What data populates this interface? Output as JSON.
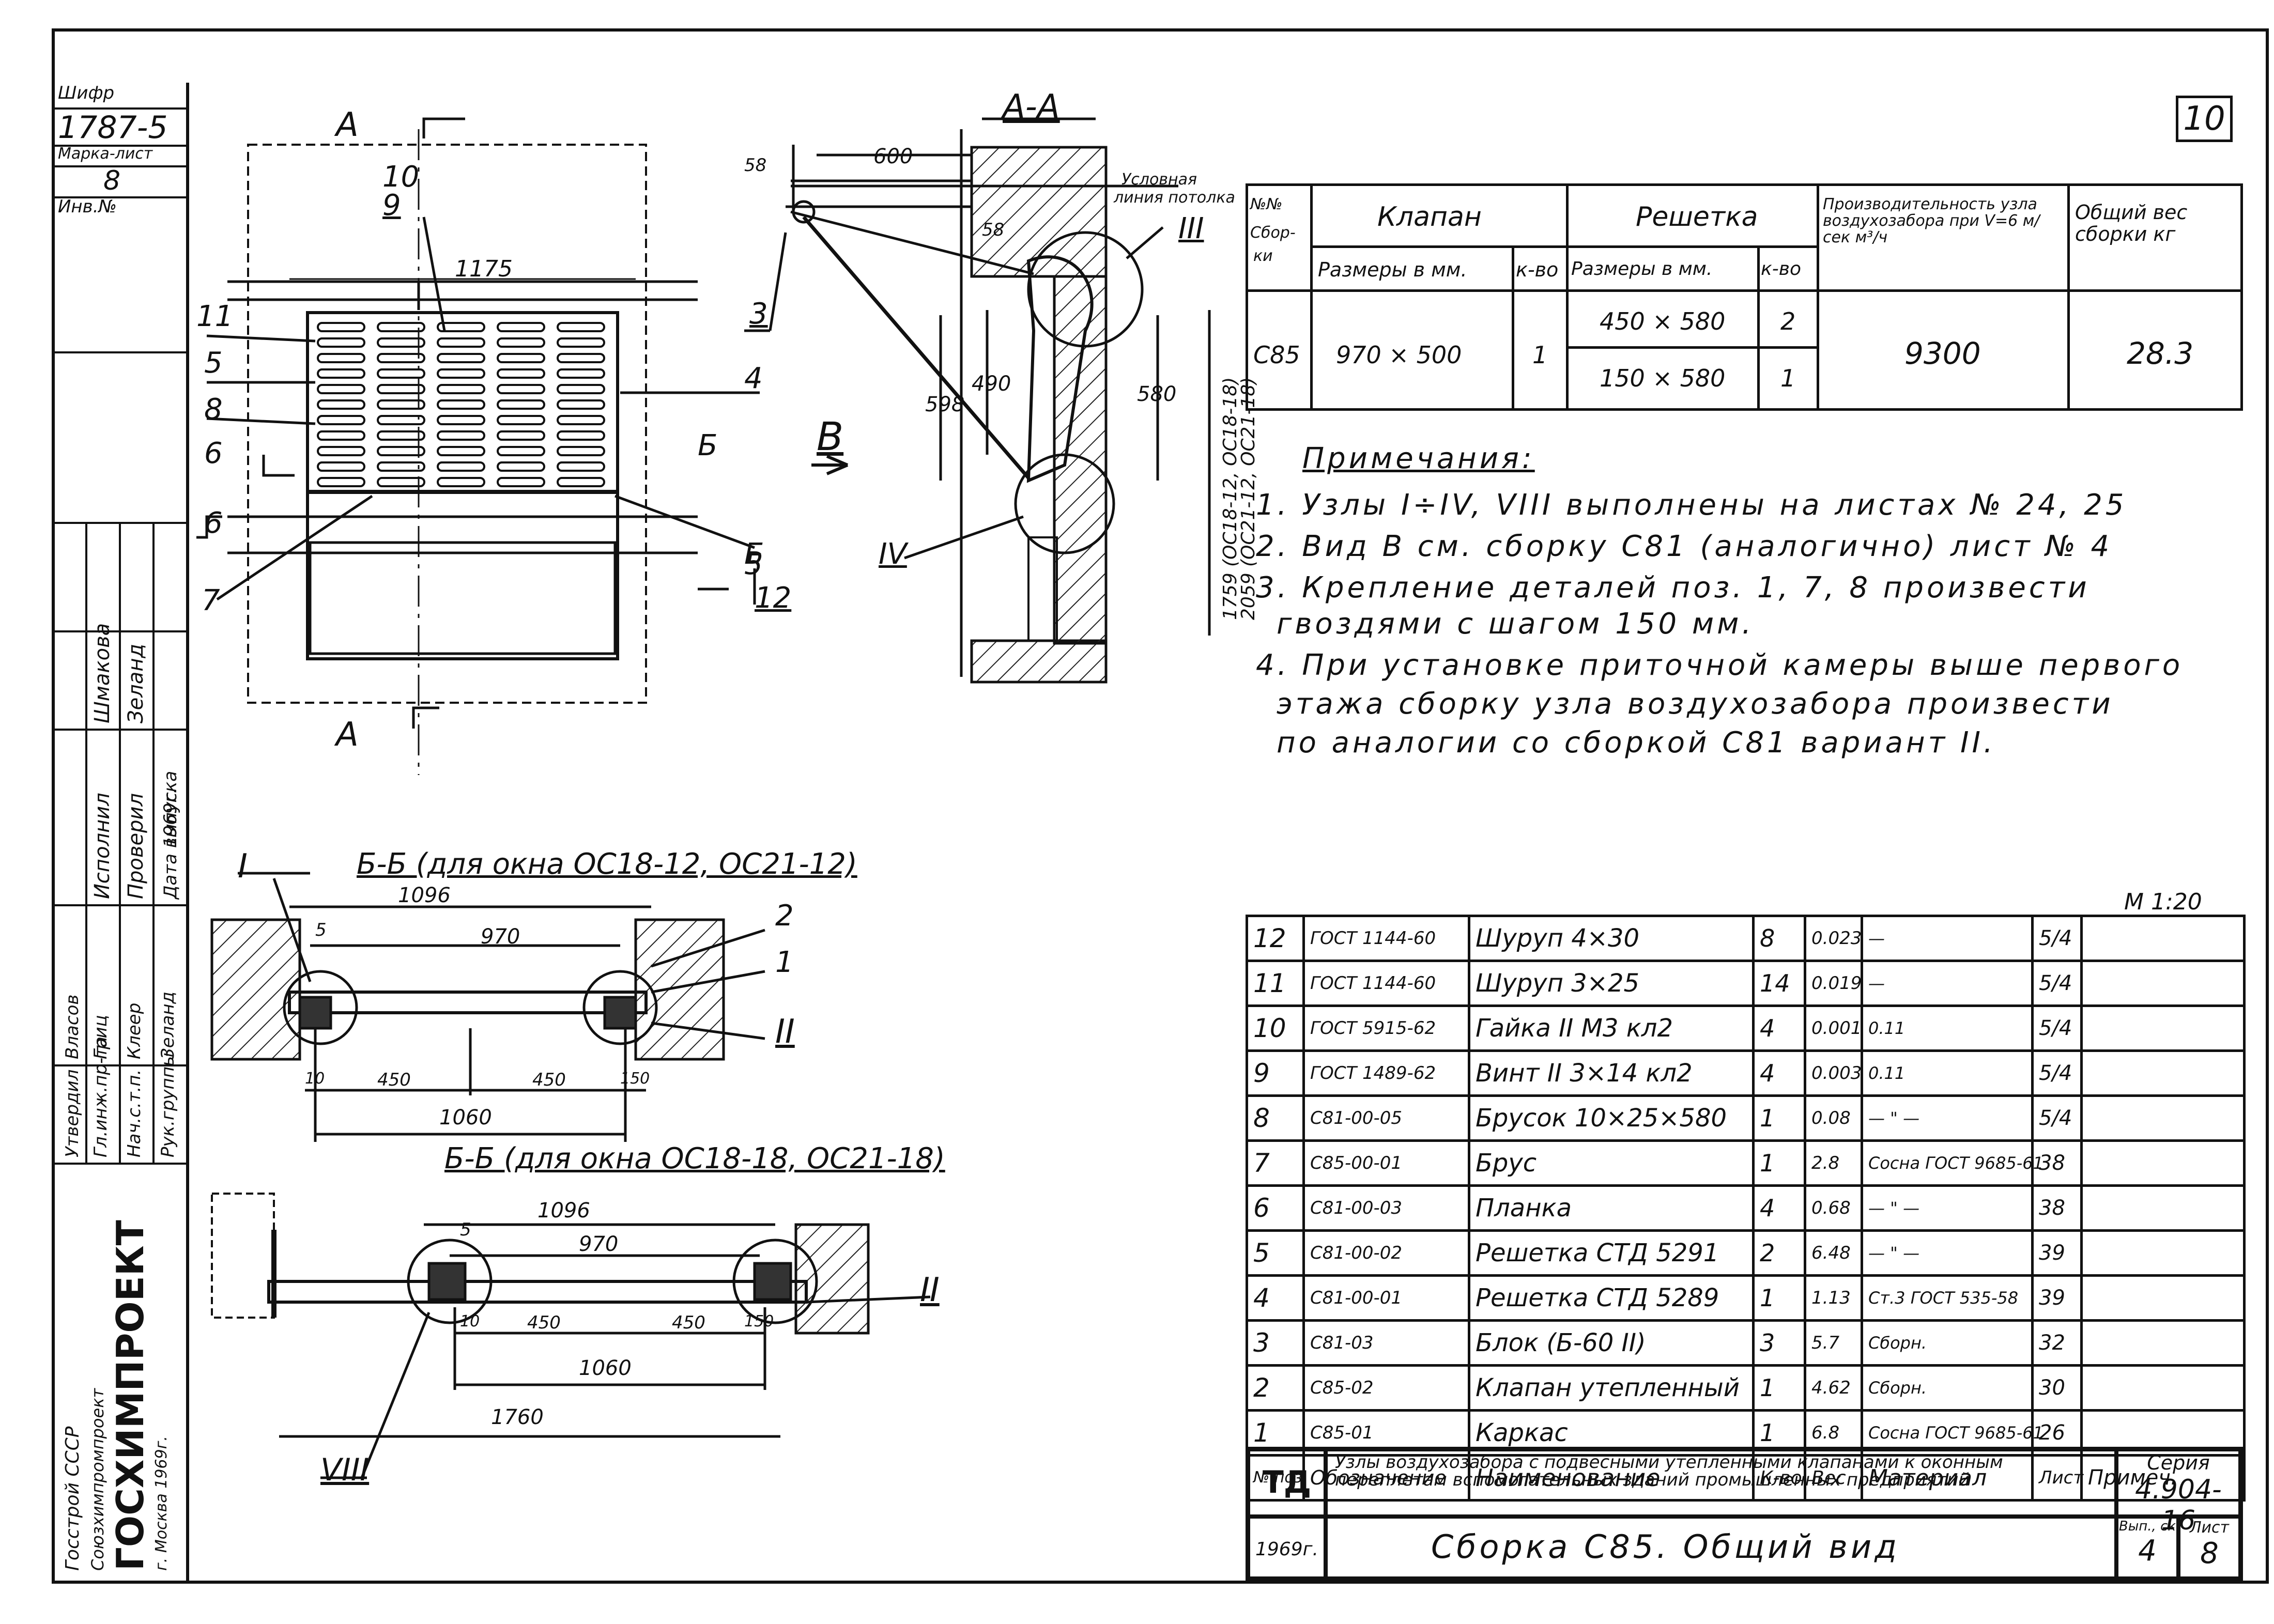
{
  "sheet_number": "10",
  "left_column": {
    "shifr_label": "Шифр",
    "shifr_value": "1787-5",
    "marka_label": "Марка-лист",
    "marka_value": "8",
    "inv_label": "Инв.№",
    "executor_label": "Исполнил",
    "executor_name": "Шмакова",
    "checked_label": "Проверил",
    "checked_name": "Зеланд",
    "approved_label": "Утвердил",
    "approved_name": "Власов",
    "chief_label": "Гл.инж.пр-та",
    "chief_name": "Гриц",
    "head_label": "Нач.с.т.п.",
    "head_name": "Клеер",
    "group_label": "Рук.группы",
    "group_name": "Зеланд",
    "date_label": "Дата выпуска",
    "date_value": "1969г.",
    "org_line1": "Госстрой СССР",
    "org_line2": "Союзхимпромпроект",
    "org_name": "ГОСХИМПРОЕКТ",
    "org_city": "г. Москва 1969г."
  },
  "drawing_front": {
    "section_mark": "А",
    "dim_1175": "1175",
    "callouts": [
      "10",
      "9",
      "11",
      "5",
      "8",
      "6",
      "6",
      "7",
      "4",
      "Б",
      "Б",
      "5",
      "12"
    ],
    "view_label": "В"
  },
  "drawing_section_aa": {
    "title": "А-А",
    "dim_600": "600",
    "dim_58a": "58",
    "dim_58b": "58",
    "dim_598": "598",
    "dim_490": "490",
    "dim_580": "580",
    "dim_vert": "1759 (ОС18-12, ОС18-18)",
    "dim_vert2": "2059 (ОС21-12, ОС21-18)",
    "potolok_line1": "Условная",
    "potolok_line2": "линия потолка",
    "node_iii": "III",
    "node_iv": "IV",
    "callout_3": "3"
  },
  "drawing_bb1": {
    "title": "Б-Б (для окна ОС18-12, ОС21-12)",
    "dim_1096": "1096",
    "dim_970": "970",
    "dim_5": "5",
    "dim_10": "10",
    "dim_450a": "450",
    "dim_450b": "450",
    "dim_150": "150",
    "dim_1060": "1060",
    "node_i": "I",
    "node_ii": "II",
    "callout_2": "2",
    "callout_1": "1"
  },
  "drawing_bb2": {
    "title": "Б-Б (для окна ОС18-18, ОС21-18)",
    "dim_1096": "1096",
    "dim_970": "970",
    "dim_5": "5",
    "dim_10": "10",
    "dim_450a": "450",
    "dim_450b": "450",
    "dim_150": "150",
    "dim_1060": "1060",
    "dim_1760": "1760",
    "node_ii": "II",
    "node_viii": "VIII"
  },
  "top_table": {
    "col_num_l1": "№№",
    "col_num_l2": "Сбор-",
    "col_num_l3": "ки",
    "klapan": "Клапан",
    "reshetka": "Решетка",
    "productivity": "Производительность узла воздухозабора при V=6 м/сек м³/ч",
    "weight": "Общий вес сборки кг",
    "size_mm": "Размеры в мм.",
    "qty": "к-во",
    "row_id": "С85",
    "klapan_size": "970 × 500",
    "klapan_qty": "1",
    "resh1_size": "450 × 580",
    "resh1_qty": "2",
    "resh2_size": "150 × 580",
    "resh2_qty": "1",
    "productivity_value": "9300",
    "weight_value": "28.3"
  },
  "notes": {
    "heading": "Примечания:",
    "line1": "1. Узлы I÷IV, VIII выполнены на листах № 24, 25",
    "line2": "2. Вид В см. сборку С81 (аналогично) лист № 4",
    "line3": "3. Крепление деталей поз. 1, 7, 8 произвести",
    "line4": "гвоздями с шагом 150 мм.",
    "line5": "4. При установке приточной камеры выше первого",
    "line6": "этажа сборку узла воздухозабора произвести",
    "line7": "по аналогии со сборкой С81 вариант II."
  },
  "scale": "М 1:20",
  "spec": {
    "rows": [
      {
        "pos": "12",
        "des": "ГОСТ 1144-60",
        "name": "Шуруп 4×30",
        "qty": "8",
        "mass": "0.023",
        "mat": "—",
        "sheet": "5/4",
        "note": ""
      },
      {
        "pos": "11",
        "des": "ГОСТ 1144-60",
        "name": "Шуруп 3×25",
        "qty": "14",
        "mass": "0.019",
        "mat": "—",
        "sheet": "5/4",
        "note": ""
      },
      {
        "pos": "10",
        "des": "ГОСТ 5915-62",
        "name": "Гайка II М3 кл2",
        "qty": "4",
        "mass": "0.001",
        "mat": "0.11",
        "sheet": "5/4",
        "note": ""
      },
      {
        "pos": "9",
        "des": "ГОСТ 1489-62",
        "name": "Винт II 3×14 кл2",
        "qty": "4",
        "mass": "0.003",
        "mat": "0.11",
        "sheet": "5/4",
        "note": ""
      },
      {
        "pos": "8",
        "des": "С81-00-05",
        "name": "Брусок 10×25×580",
        "qty": "1",
        "mass": "0.08",
        "mat": "— \" —",
        "sheet": "5/4",
        "note": ""
      },
      {
        "pos": "7",
        "des": "С85-00-01",
        "name": "Брус",
        "qty": "1",
        "mass": "2.8",
        "mat": "Сосна ГОСТ 9685-61",
        "sheet": "38",
        "note": ""
      },
      {
        "pos": "6",
        "des": "С81-00-03",
        "name": "Планка",
        "qty": "4",
        "mass": "0.68",
        "mat": "— \" —",
        "sheet": "38",
        "note": ""
      },
      {
        "pos": "5",
        "des": "С81-00-02",
        "name": "Решетка СТД 5291",
        "qty": "2",
        "mass": "6.48",
        "mat": "— \" —",
        "sheet": "39",
        "note": ""
      },
      {
        "pos": "4",
        "des": "С81-00-01",
        "name": "Решетка СТД 5289",
        "qty": "1",
        "mass": "1.13",
        "mat": "Ст.3 ГОСТ 535-58",
        "sheet": "39",
        "note": ""
      },
      {
        "pos": "3",
        "des": "С81-03",
        "name": "Блок (Б-60 II)",
        "qty": "3",
        "mass": "5.7",
        "mat": "Сборн.",
        "sheet": "32",
        "note": ""
      },
      {
        "pos": "2",
        "des": "С85-02",
        "name": "Клапан утепленный",
        "qty": "1",
        "mass": "4.62",
        "mat": "Сборн.",
        "sheet": "30",
        "note": ""
      },
      {
        "pos": "1",
        "des": "С85-01",
        "name": "Каркас",
        "qty": "1",
        "mass": "6.8",
        "mat": "Сосна ГОСТ 9685-61",
        "sheet": "26",
        "note": ""
      }
    ],
    "header": {
      "pos": "№ поз.",
      "des": "Обозначение",
      "name": "Наименование",
      "qty": "К-во",
      "mass": "Вес",
      "mat": "Материал",
      "sheet": "Лист",
      "note": "Примеч."
    }
  },
  "title_block": {
    "td": "ТД",
    "description": "Узлы воздухозабора с подвесными утепленными клапанами к оконным переплетам вспомогательных зданий промышленных предприятий",
    "series_label": "Серия",
    "series_value": "4.904-16",
    "year": "1969г.",
    "drawing_name": "Сборка С85. Общий вид",
    "issue_label": "Вып., ск",
    "issue_value": "4",
    "sheet_label": "Лист",
    "sheet_value": "8"
  }
}
